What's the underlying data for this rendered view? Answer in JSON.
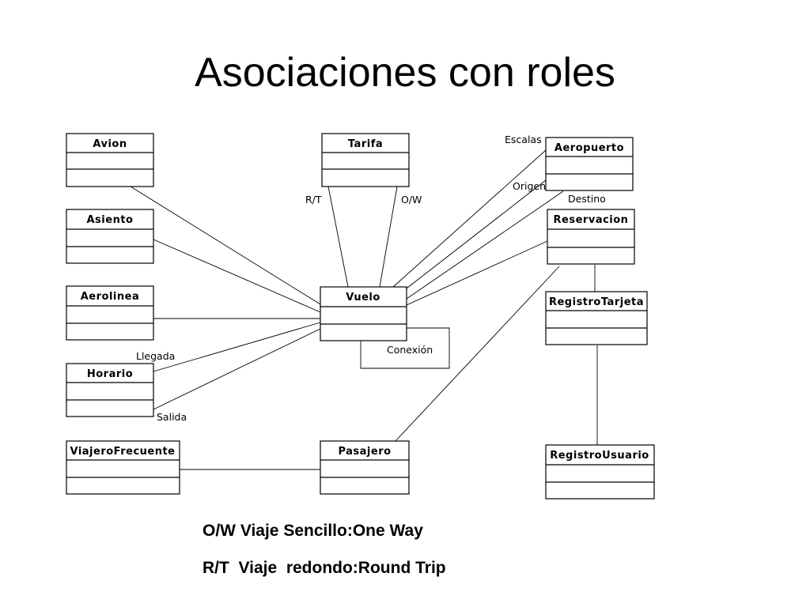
{
  "title": "Asociaciones con roles",
  "classes": {
    "avion": "Avion",
    "tarifa": "Tarifa",
    "aeropuerto": "Aeropuerto",
    "asiento": "Asiento",
    "reservacion": "Reservacion",
    "aerolinea": "Aerolinea",
    "vuelo": "Vuelo",
    "registro_tarjeta": "RegistroTarjeta",
    "horario": "Horario",
    "viajero_frecuente": "ViajeroFrecuente",
    "pasajero": "Pasajero",
    "registro_usuario": "RegistroUsuario",
    "conexion": "Conexión"
  },
  "roles": {
    "rt": "R/T",
    "ow": "O/W",
    "escalas": "Escalas",
    "origen": "Origen",
    "destino": "Destino",
    "llegada": "Llegada",
    "salida": "Salida"
  },
  "legend": {
    "line1": "O/W Viaje Sencillo:One Way",
    "line2": "R/T  Viaje  redondo:Round Trip"
  }
}
